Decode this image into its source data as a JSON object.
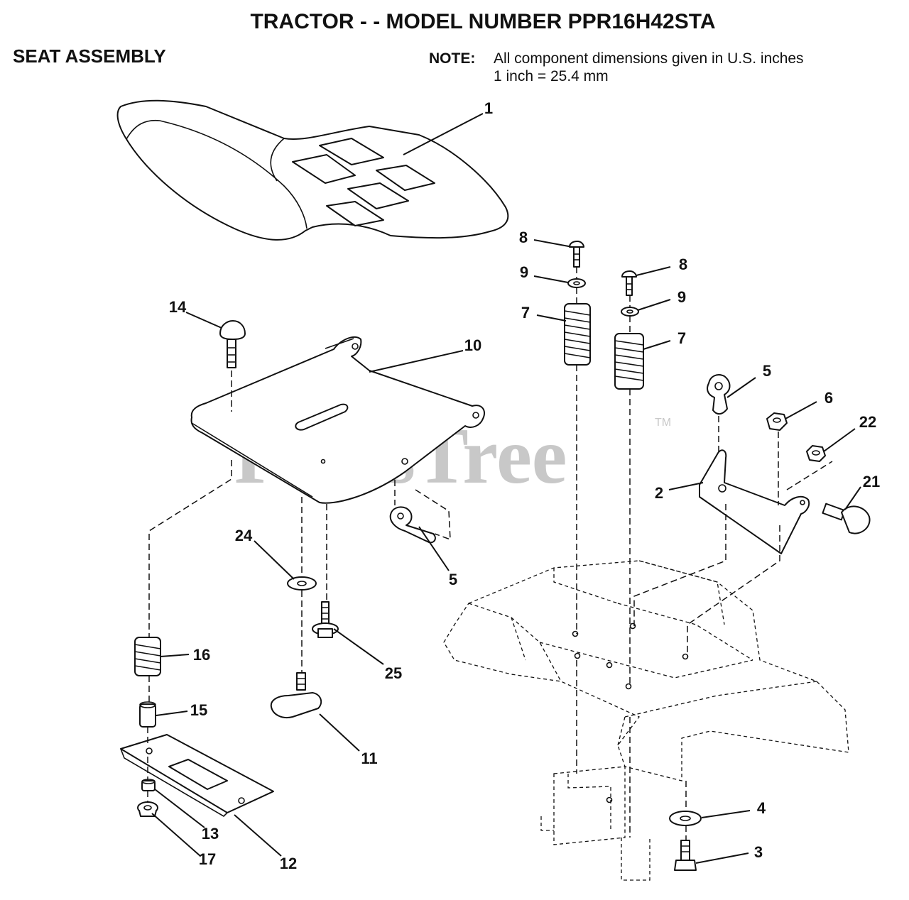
{
  "header": {
    "title": "TRACTOR - - MODEL NUMBER PPR16H42STA",
    "section": "SEAT ASSEMBLY",
    "note_label": "NOTE:",
    "note_line1": "All component dimensions given in U.S. inches",
    "note_line2": "1 inch = 25.4 mm"
  },
  "watermark": {
    "text": "PartsTree",
    "tm": "TM"
  },
  "callouts": [
    {
      "id": "c1",
      "label": "1"
    },
    {
      "id": "c8a",
      "label": "8"
    },
    {
      "id": "c9a",
      "label": "9"
    },
    {
      "id": "c7a",
      "label": "7"
    },
    {
      "id": "c8b",
      "label": "8"
    },
    {
      "id": "c9b",
      "label": "9"
    },
    {
      "id": "c7b",
      "label": "7"
    },
    {
      "id": "c14",
      "label": "14"
    },
    {
      "id": "c10",
      "label": "10"
    },
    {
      "id": "c5a",
      "label": "5"
    },
    {
      "id": "c6",
      "label": "6"
    },
    {
      "id": "c22",
      "label": "22"
    },
    {
      "id": "c21",
      "label": "21"
    },
    {
      "id": "c2",
      "label": "2"
    },
    {
      "id": "c5b",
      "label": "5"
    },
    {
      "id": "c24",
      "label": "24"
    },
    {
      "id": "c16",
      "label": "16"
    },
    {
      "id": "c25",
      "label": "25"
    },
    {
      "id": "c15",
      "label": "15"
    },
    {
      "id": "c11",
      "label": "11"
    },
    {
      "id": "c13",
      "label": "13"
    },
    {
      "id": "c17",
      "label": "17"
    },
    {
      "id": "c12",
      "label": "12"
    },
    {
      "id": "c4",
      "label": "4"
    },
    {
      "id": "c3",
      "label": "3"
    }
  ]
}
